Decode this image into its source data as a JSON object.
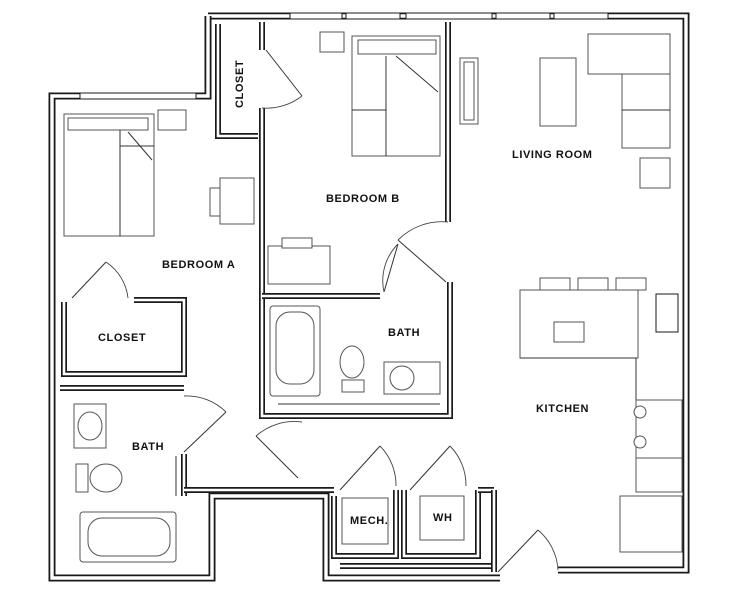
{
  "rooms": {
    "living_room": "LIVING ROOM",
    "bedroom_b": "BEDROOM B",
    "bedroom_a": "BEDROOM A",
    "closet_a": "CLOSET",
    "closet_b": "CLOSET",
    "bath_b": "BATH",
    "bath_a": "BATH",
    "kitchen": "KITCHEN",
    "mech": "MECH.",
    "wh": "WH"
  },
  "colors": {
    "wall": "#1a1a1a",
    "background": "#ffffff",
    "fixture": "#555555"
  }
}
